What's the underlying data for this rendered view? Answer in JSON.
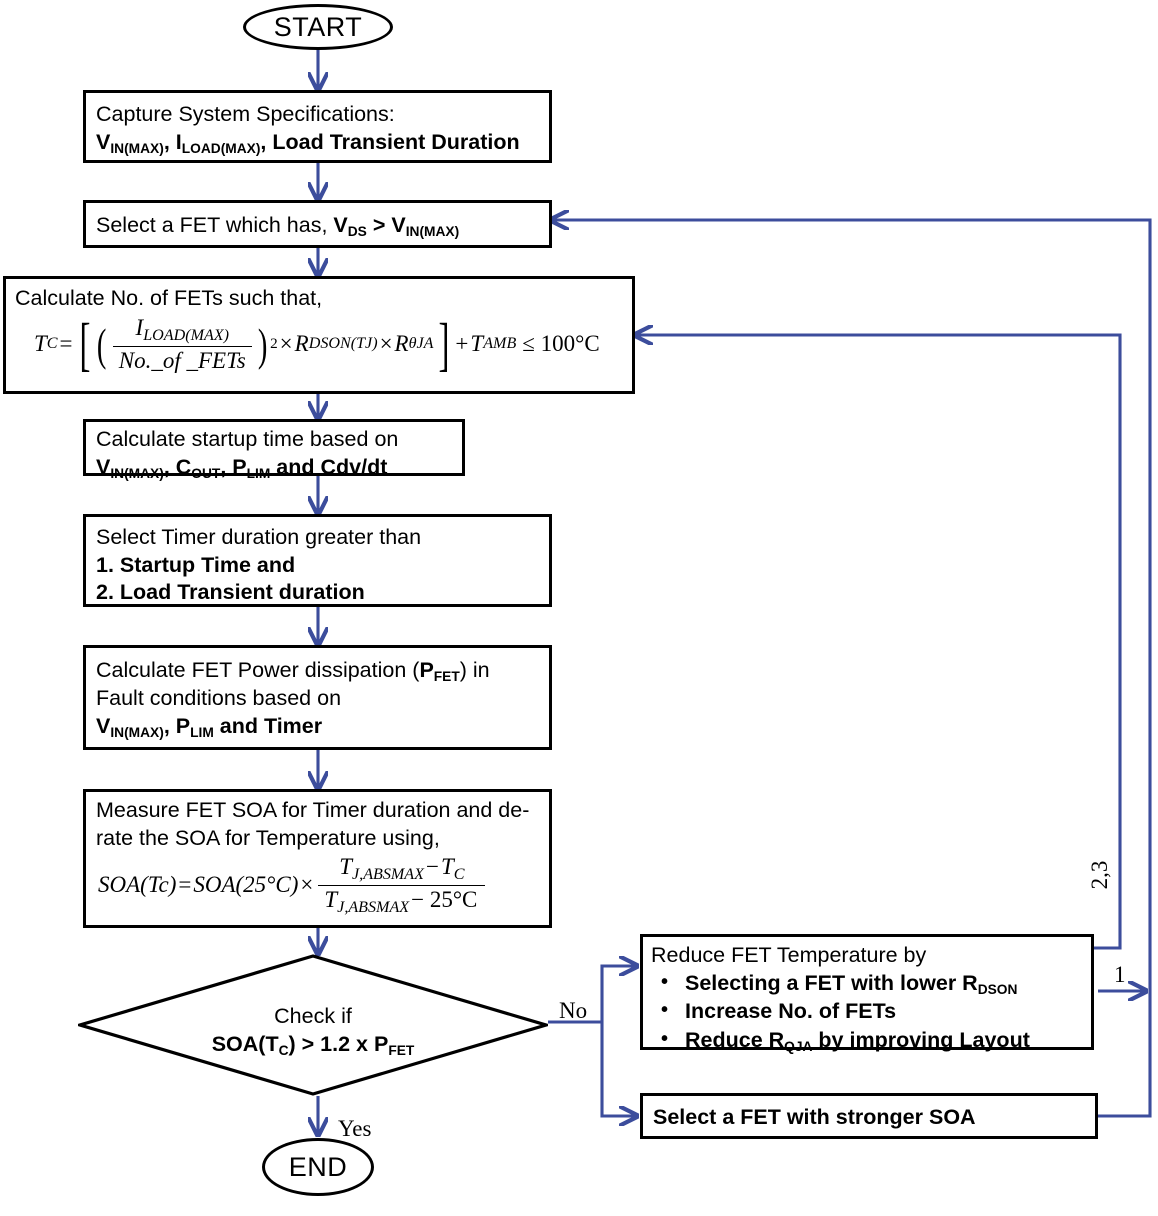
{
  "diagram": {
    "type": "flowchart",
    "title": "FET selection and SOA verification flowchart",
    "arrow_color": "#3c4d9c",
    "outline_color": "#000000"
  },
  "nodes": {
    "start": {
      "label": "START",
      "shape": "terminator"
    },
    "end": {
      "label": "END",
      "shape": "terminator"
    },
    "capture_specs": {
      "shape": "process",
      "line1": "Capture System Specifications:",
      "line2_plain_a": "V",
      "line2_sub_a": "IN(MAX)",
      "line2_plain_b": ", I",
      "line2_sub_b": "LOAD(MAX)",
      "line2_plain_c": ", ",
      "line2_bold": "Load Transient Duration"
    },
    "select_fet": {
      "shape": "process",
      "text_a": "Select a FET  which has, ",
      "sym_v1": "V",
      "sub_v1": "DS",
      "gt": " > ",
      "sym_v2": "V",
      "sub_v2": "IN(MAX)"
    },
    "calc_fets": {
      "shape": "process",
      "heading": "Calculate No. of FETs such that,",
      "formula": {
        "lhs_sym": "T",
        "lhs_sub": "C",
        "eq": "=",
        "numerator_sym": "I",
        "numerator_sub": "LOAD(MAX)",
        "denominator": "No._of _FETs",
        "power": "2",
        "times1": "×",
        "r1_sym": "R",
        "r1_sub": "DSON(TJ)",
        "times2": "×",
        "r2_sym": "R",
        "r2_sub": "θJA",
        "plus": "+",
        "tamb_sym": "T",
        "tamb_sub": "AMB",
        "compare": "≤ 100°C"
      }
    },
    "calc_startup": {
      "shape": "process",
      "line1": "Calculate startup time based on",
      "l2_v": "V",
      "l2_v_sub": "IN(MAX)",
      "l2_c": "C",
      "l2_c_sub": "OUT",
      "l2_p": "P",
      "l2_p_sub": "LIM",
      "l2_tail": " and Cdv/dt"
    },
    "select_timer": {
      "shape": "process",
      "line1": "Select Timer duration greater than",
      "line2": "1. Startup Time  and",
      "line3": "2. Load Transient duration"
    },
    "calc_power": {
      "shape": "process",
      "l1_a": "Calculate FET Power dissipation (",
      "l1_sym": "P",
      "l1_sub": "FET",
      "l1_b": ") in",
      "line2": "Fault conditions based on",
      "l3_v": "V",
      "l3_v_sub": "IN(MAX)",
      "l3_p": "P",
      "l3_p_sub": "LIM",
      "l3_tail": " and Timer"
    },
    "measure_soa": {
      "shape": "process",
      "line1": "Measure FET SOA for Timer duration and de-",
      "line2": "rate the SOA for Temperature using,",
      "formula": {
        "lhs": "SOA(Tc)",
        "eq": "=",
        "rhs1": "SOA(25°C)",
        "times": "×",
        "num_sym": "T",
        "num_sub": "J,ABSMAX",
        "num_minus": "−",
        "num_t": "T",
        "num_t_sub": "C",
        "den_sym": "T",
        "den_sub": "J,ABSMAX",
        "den_tail": "− 25°C"
      }
    },
    "decision": {
      "shape": "decision",
      "line1": "Check if",
      "l2_a": "SOA(T",
      "l2_a_sub": "C",
      "l2_b": ") > 1.2 x P",
      "l2_b_sub": "FET"
    },
    "reduce_temp": {
      "shape": "process",
      "heading": "Reduce FET Temperature by",
      "bullets": [
        {
          "text_a": "Selecting a FET with lower R",
          "sub": "DSON",
          "text_b": ""
        },
        {
          "text_a": "Increase No. of FETs",
          "sub": "",
          "text_b": ""
        },
        {
          "text_a": "Reduce R",
          "sub": "QJA",
          "text_b": " by improving Layout"
        }
      ]
    },
    "stronger_soa": {
      "shape": "process",
      "label": "Select a FET with stronger SOA"
    }
  },
  "edges": {
    "no_label": "No",
    "yes_label": "Yes",
    "return_label_23": "2,3",
    "return_label_1": "1"
  }
}
